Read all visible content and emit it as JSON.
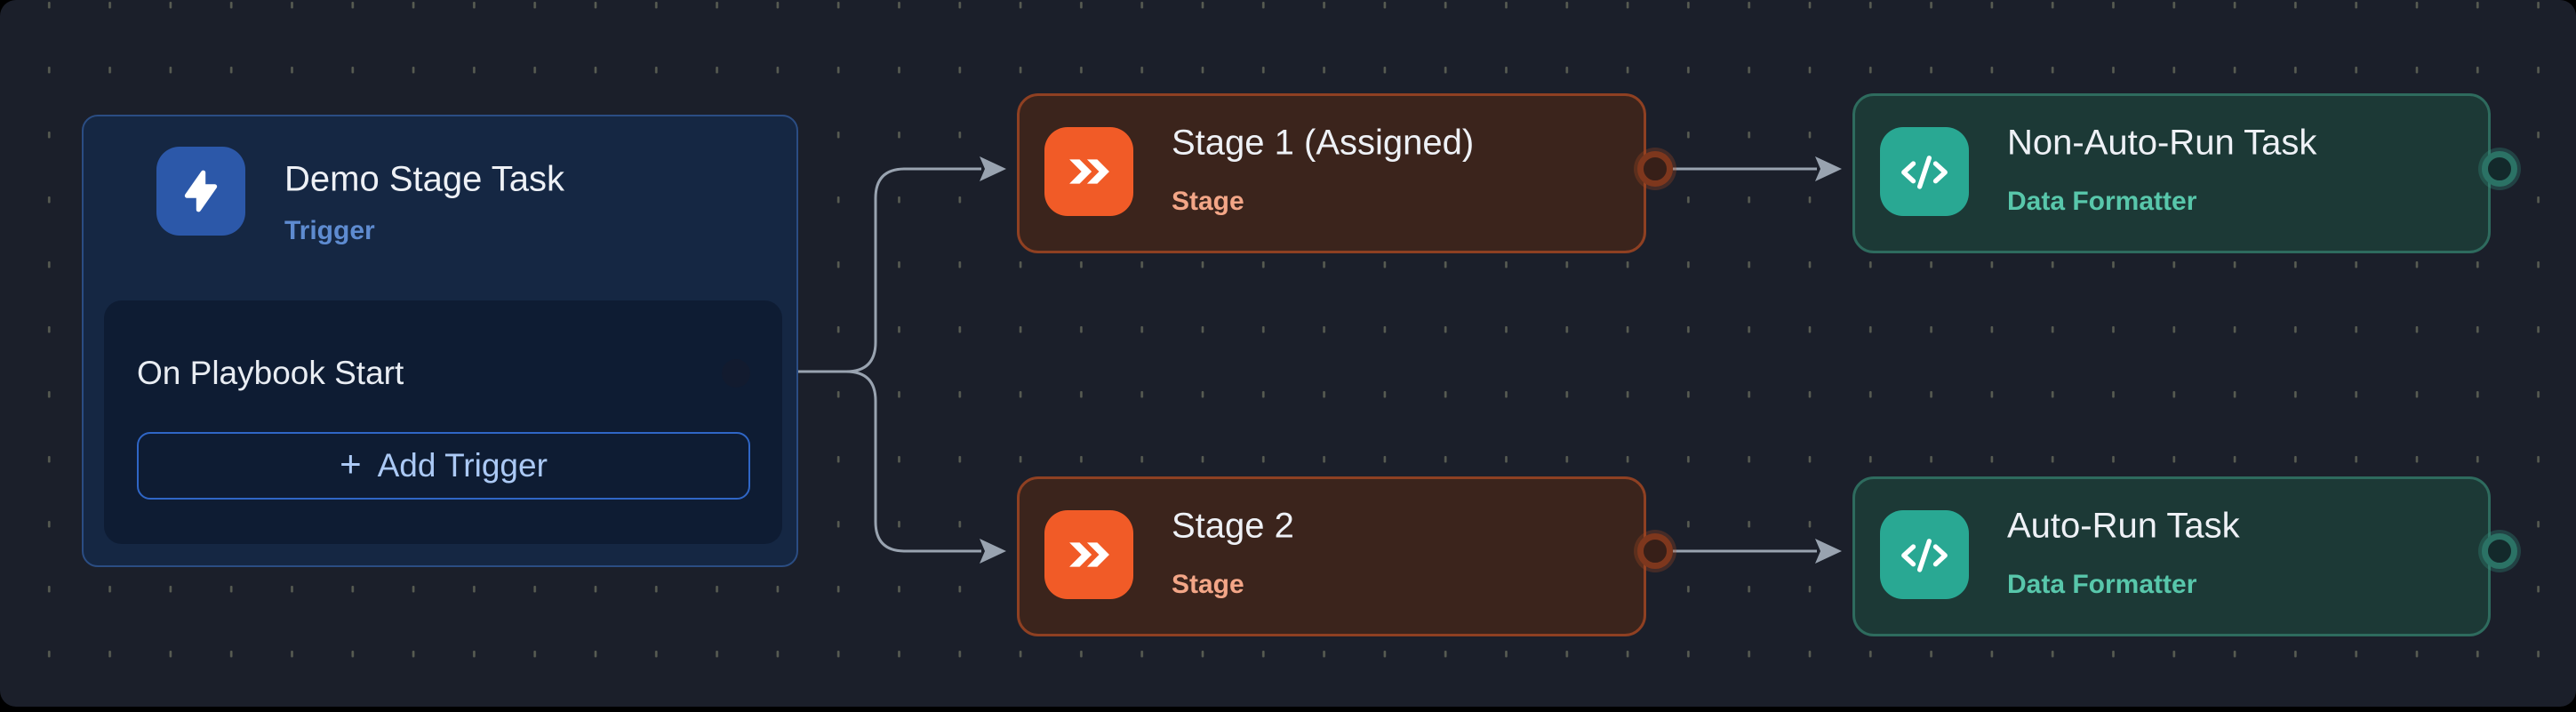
{
  "canvas": {
    "background_color": "#1b1f2a",
    "grid_dash_color": "#585c52",
    "edge_color": "#99a3b0"
  },
  "nodes": {
    "trigger": {
      "title": "Demo Stage Task",
      "type_label": "Trigger",
      "icon": "lightning-bolt-icon",
      "accent_color": "#2c58a9",
      "trigger_row": {
        "label": "On Playbook Start"
      },
      "add_trigger_button": {
        "plus": "+",
        "label": "Add Trigger"
      }
    },
    "stage1": {
      "title": "Stage 1 (Assigned)",
      "type_label": "Stage",
      "icon": "double-chevron-icon",
      "accent_color": "#f15b27"
    },
    "stage2": {
      "title": "Stage 2",
      "type_label": "Stage",
      "icon": "double-chevron-icon",
      "accent_color": "#f15b27"
    },
    "task1": {
      "title": "Non-Auto-Run Task",
      "type_label": "Data Formatter",
      "icon": "code-icon",
      "accent_color": "#29a893"
    },
    "task2": {
      "title": "Auto-Run Task",
      "type_label": "Data Formatter",
      "icon": "code-icon",
      "accent_color": "#29a893"
    }
  }
}
